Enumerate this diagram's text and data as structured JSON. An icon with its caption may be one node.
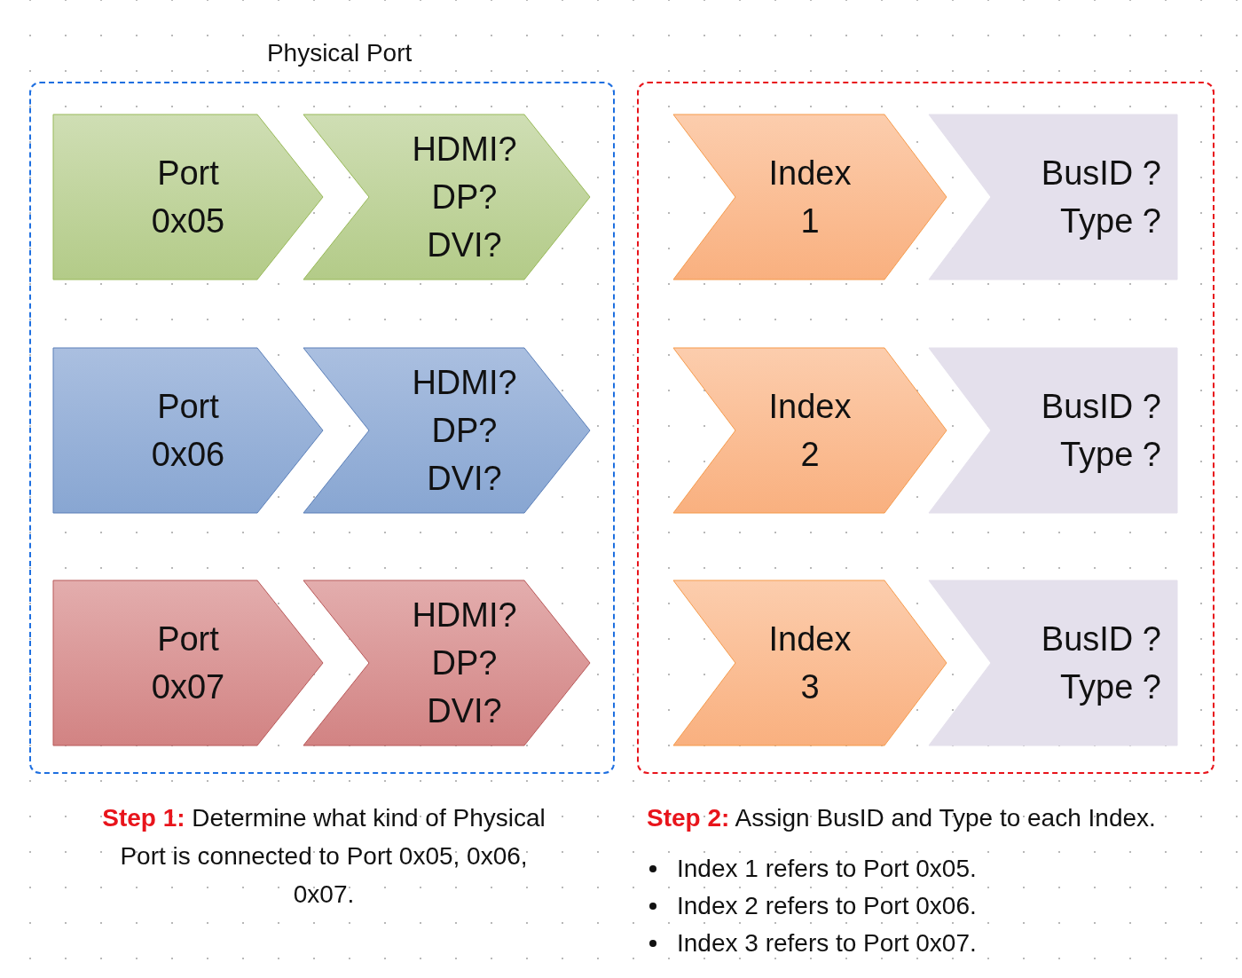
{
  "diagram": {
    "nodes": [
      {
        "text": [
          "Physical Port"
        ]
      },
      {
        "text": [
          "Port 0x05"
        ],
        "in": 0
      },
      {
        "text": [
          "HDMI? DP? DVI?"
        ],
        "in": 0
      },
      {
        "text": [
          "Port 0x06"
        ],
        "in": 0
      },
      {
        "text": [
          "HDMI? DP? DVI?"
        ],
        "in": 0
      },
      {
        "text": [
          "Port 0x07"
        ],
        "in": 0
      },
      {
        "text": [
          "HDMI? DP? DVI?"
        ],
        "in": 0
      },
      {
        "text": [],
        "shape": "box"
      },
      {
        "text": [
          "Index 1"
        ],
        "in": 7
      },
      {
        "text": [
          "BusID ?",
          "Type ?"
        ],
        "in": 7
      },
      {
        "text": [
          "Index 2"
        ],
        "in": 7
      },
      {
        "text": [
          "BusID ?",
          "Type ?"
        ],
        "in": 7
      },
      {
        "text": [
          "Index 3"
        ],
        "in": 7
      },
      {
        "text": [
          "BusID ?",
          "Type ?"
        ],
        "in": 7
      }
    ],
    "labels": [
      "**Step 1:** Determine what kind of Physical Port is connected to Port 0x05, 0x06, 0x07.",
      "**Step 2:** Assign BusID and Type to each Index.",
      "Index 1 refers to Port 0x05.",
      "Index 2 refers to Port 0x06.",
      "Index 3 refers to Port 0x07."
    ]
  }
}
